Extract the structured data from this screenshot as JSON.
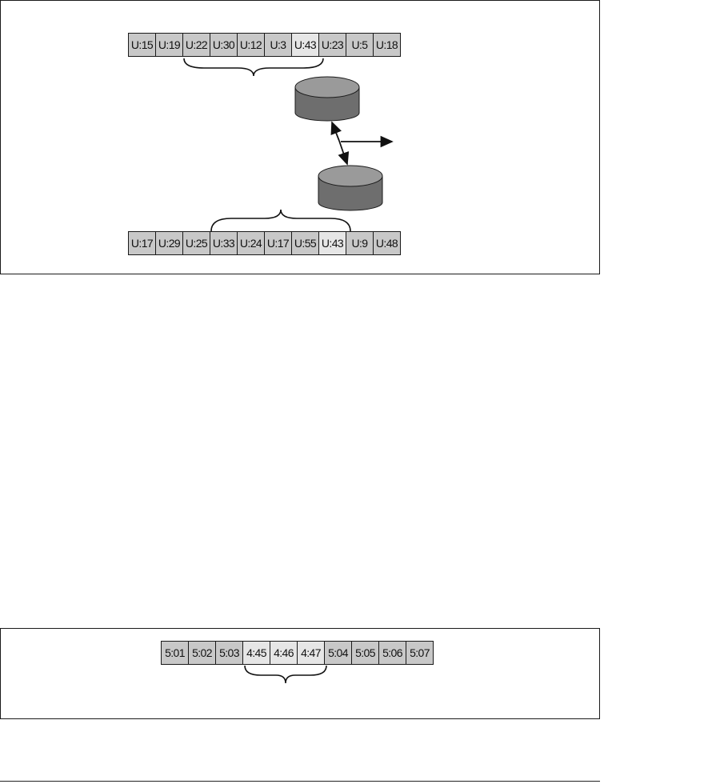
{
  "top_panel": {
    "upper_strip": [
      {
        "label": "U:15"
      },
      {
        "label": "U:19"
      },
      {
        "label": "U:22"
      },
      {
        "label": "U:30"
      },
      {
        "label": "U:12"
      },
      {
        "label": "U:3"
      },
      {
        "label": "U:43",
        "highlight": true
      },
      {
        "label": "U:23"
      },
      {
        "label": "U:5"
      },
      {
        "label": "U:18"
      }
    ],
    "lower_strip": [
      {
        "label": "U:17"
      },
      {
        "label": "U:29"
      },
      {
        "label": "U:25"
      },
      {
        "label": "U:33"
      },
      {
        "label": "U:24"
      },
      {
        "label": "U:17"
      },
      {
        "label": "U:55"
      },
      {
        "label": "U:43",
        "highlight": true
      },
      {
        "label": "U:9"
      },
      {
        "label": "U:48"
      }
    ]
  },
  "bottom_panel": {
    "strip": [
      {
        "label": "5:01"
      },
      {
        "label": "5:02"
      },
      {
        "label": "5:03"
      },
      {
        "label": "4:45",
        "highlight": true
      },
      {
        "label": "4:46",
        "highlight": true
      },
      {
        "label": "4:47",
        "highlight": true
      },
      {
        "label": "5:04"
      },
      {
        "label": "5:05"
      },
      {
        "label": "5:06"
      },
      {
        "label": "5:07"
      }
    ]
  },
  "colors": {
    "cell_fill": "#c8c8c8",
    "cell_highlight": "#e6e6e6",
    "database_body": "#6e6e6e",
    "database_top": "#9a9a9a"
  }
}
